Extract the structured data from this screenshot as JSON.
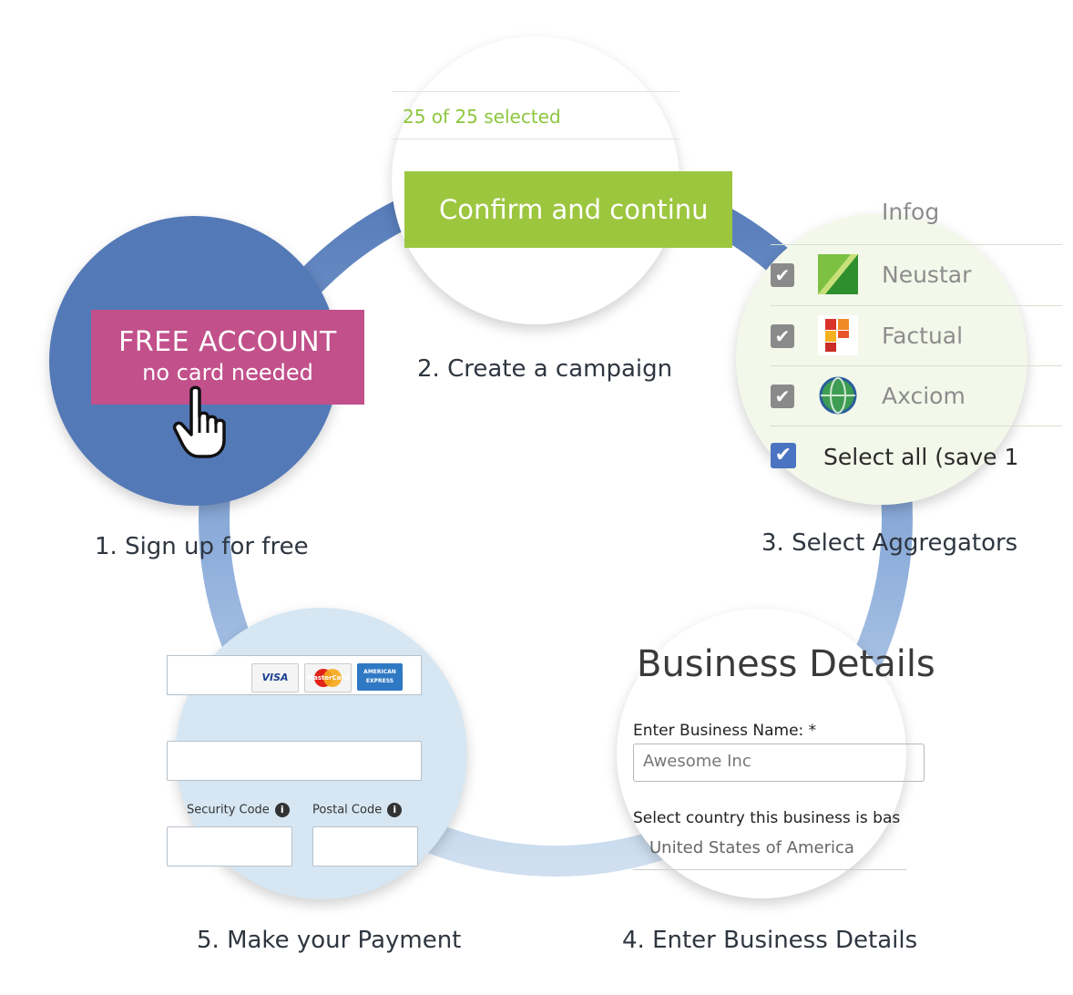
{
  "colors": {
    "step1_bg": "#5479b7",
    "free_button": "#c1508b",
    "confirm_button": "#9dc63f",
    "selected_text": "#8cc63f",
    "aggregator_bg": "#f3f8ea",
    "payment_bg": "#d6e7f3",
    "ring": "#5b82c2"
  },
  "steps": {
    "step1": {
      "caption": "1. Sign up for free",
      "button_title": "FREE ACCOUNT",
      "button_subtitle": "no card needed",
      "icon": "hand-pointer-icon"
    },
    "step2": {
      "caption": "2. Create a campaign",
      "selected_text": "25 of 25 selected",
      "button_label": "Confirm and continu"
    },
    "step3": {
      "caption": "3. Select Aggregators",
      "partial_top_item": "Infog",
      "aggregators": [
        {
          "name": "Neustar",
          "checked": true,
          "icon": "neustar-logo-icon"
        },
        {
          "name": "Factual",
          "checked": true,
          "icon": "factual-logo-icon"
        },
        {
          "name": "Axciom",
          "checked": true,
          "icon": "axciom-globe-icon"
        }
      ],
      "select_all_label": "Select all (save 1"
    },
    "step4": {
      "caption": "4. Enter Business Details",
      "title": "Business Details",
      "name_label": "Enter Business Name: *",
      "name_value": "Awesome Inc",
      "country_label": "Select country this business is bas",
      "country_value": "United States of America"
    },
    "step5": {
      "caption": "5. Make your Payment",
      "cards": [
        "VISA",
        "MasterCard",
        "AMERICAN EXPRESS"
      ],
      "security_code_label": "Security Code",
      "postal_code_label": "Postal Code",
      "info_icon": "info-icon"
    }
  }
}
